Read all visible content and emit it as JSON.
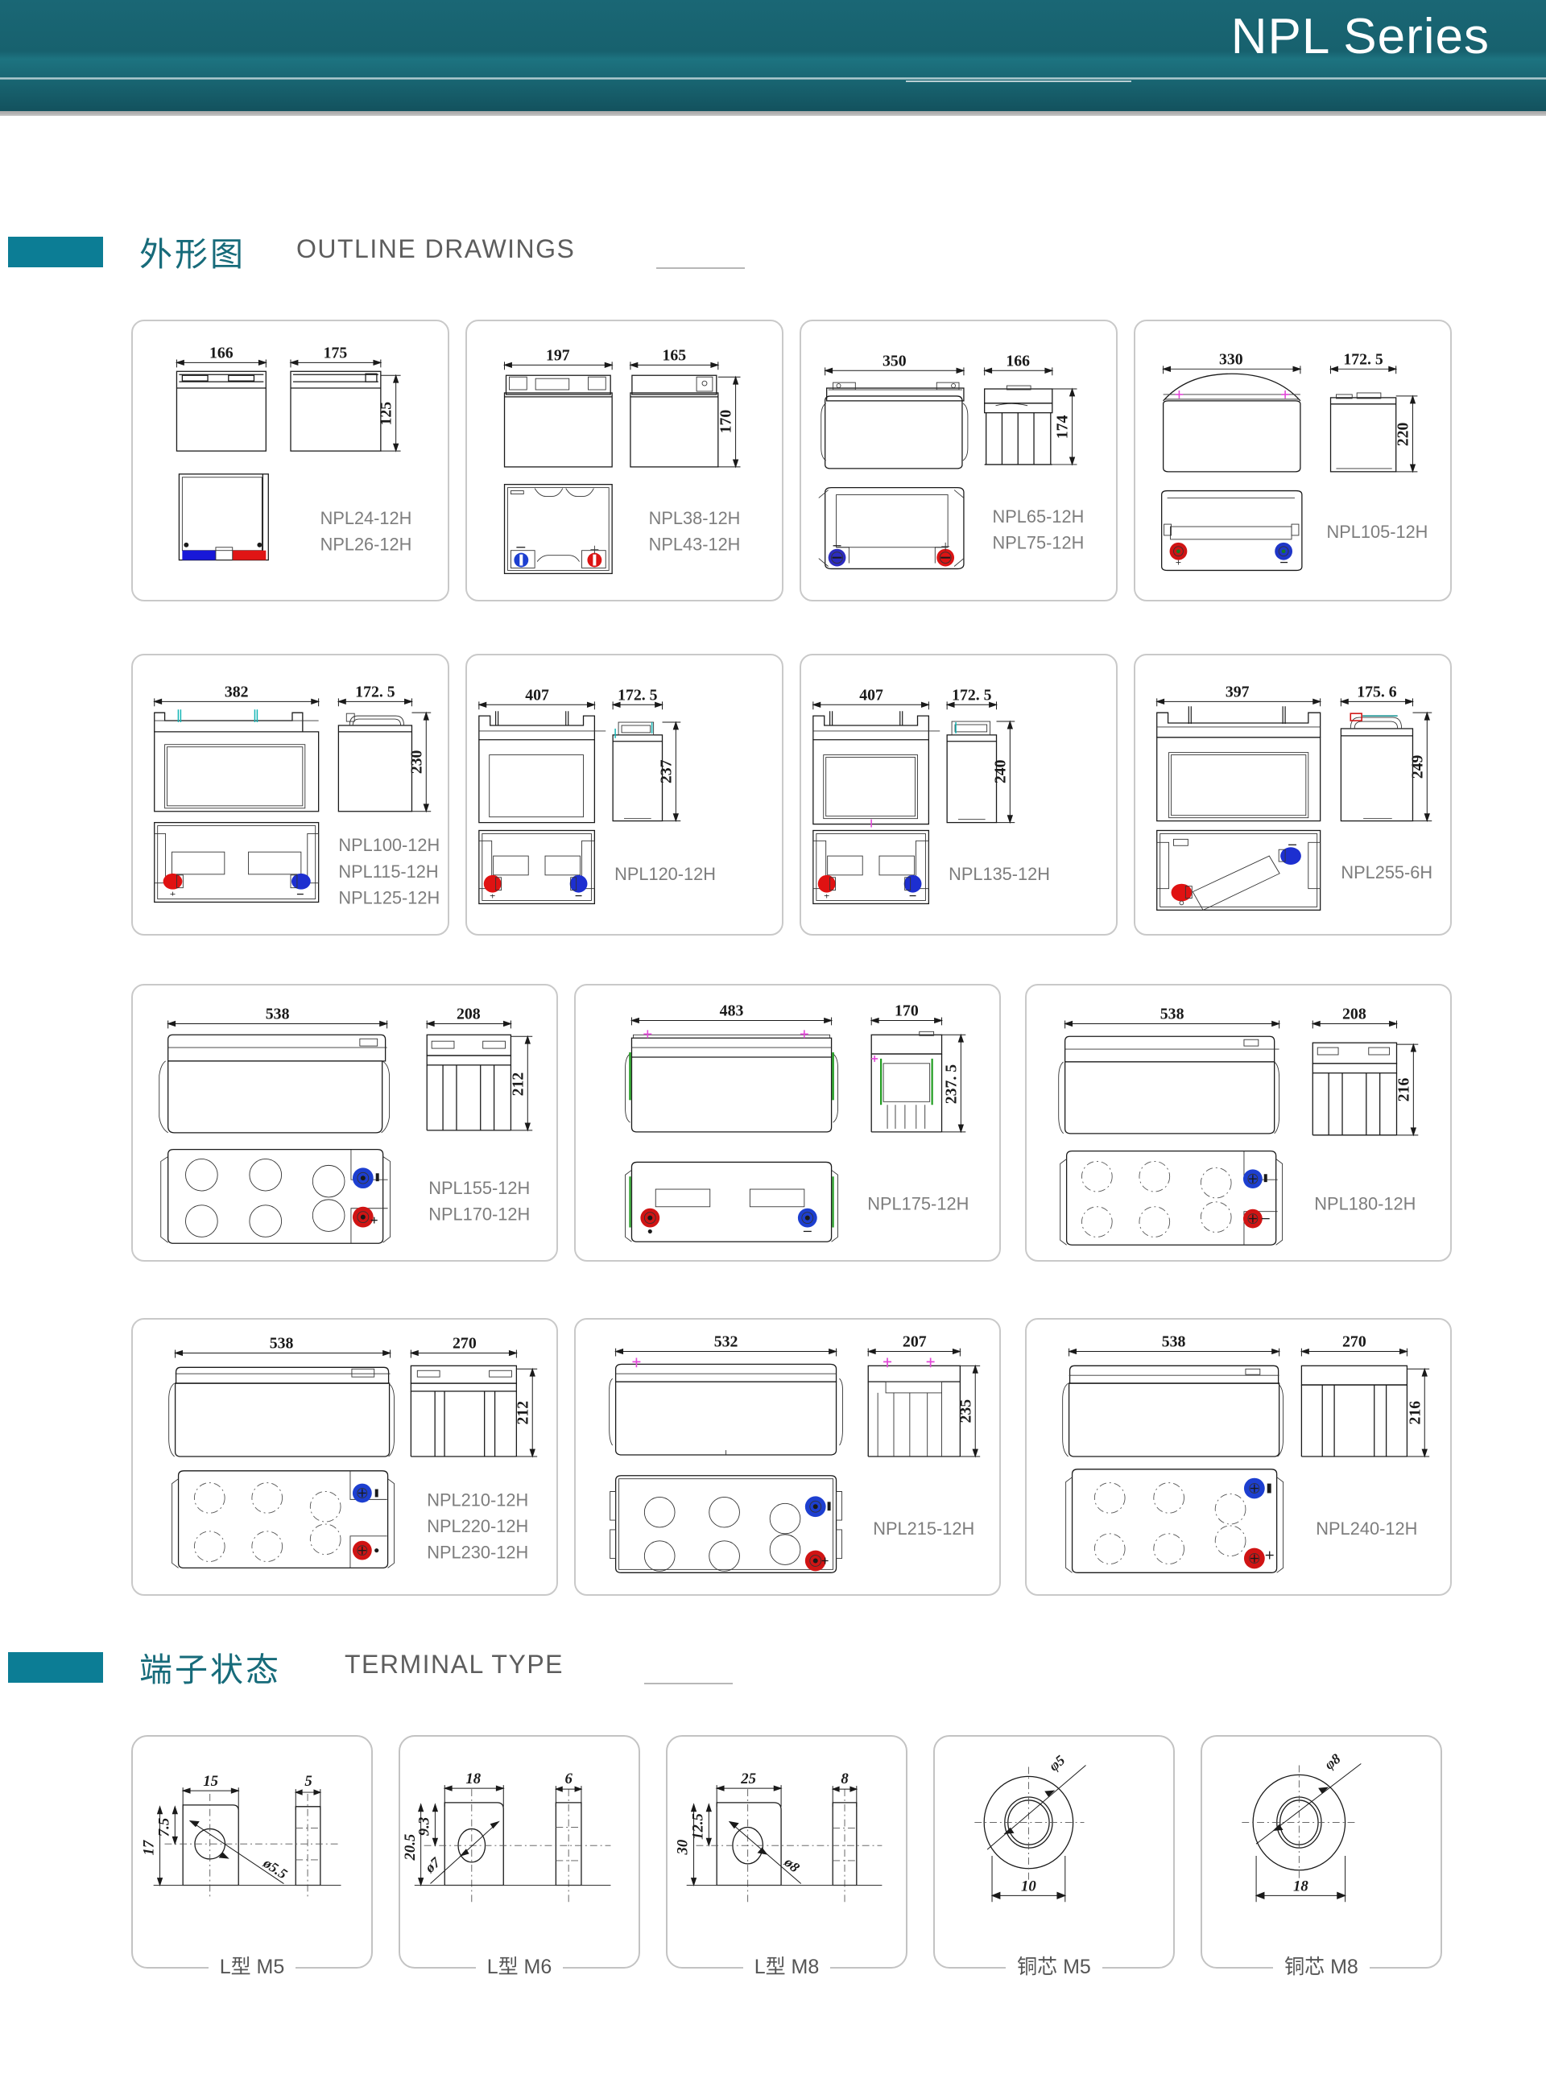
{
  "header": {
    "title": "NPL Series"
  },
  "sections": [
    {
      "cn": "外形图",
      "en": "OUTLINE DRAWINGS"
    },
    {
      "cn": "端子状态",
      "en": "TERMINAL TYPE"
    }
  ],
  "outline_drawings": [
    {
      "id": "npl24",
      "front_width": "166",
      "side_width": "175",
      "height": "125",
      "models": [
        "NPL24-12H",
        "NPL26-12H"
      ]
    },
    {
      "id": "npl38",
      "front_width": "197",
      "side_width": "165",
      "height": "170",
      "models": [
        "NPL38-12H",
        "NPL43-12H"
      ]
    },
    {
      "id": "npl65",
      "front_width": "350",
      "side_width": "166",
      "height": "174",
      "models": [
        "NPL65-12H",
        "NPL75-12H"
      ]
    },
    {
      "id": "npl105",
      "front_width": "330",
      "side_width": "172. 5",
      "height": "220",
      "models": [
        "NPL105-12H"
      ]
    },
    {
      "id": "npl100",
      "front_width": "382",
      "side_width": "172. 5",
      "height": "230",
      "models": [
        "NPL100-12H",
        "NPL115-12H",
        "NPL125-12H"
      ]
    },
    {
      "id": "npl120",
      "front_width": "407",
      "side_width": "172. 5",
      "height": "237",
      "models": [
        "NPL120-12H"
      ]
    },
    {
      "id": "npl135",
      "front_width": "407",
      "side_width": "172. 5",
      "height": "240",
      "models": [
        "NPL135-12H"
      ]
    },
    {
      "id": "npl255",
      "front_width": "397",
      "side_width": "175. 6",
      "height": "249",
      "models": [
        "NPL255-6H"
      ]
    },
    {
      "id": "npl155",
      "front_width": "538",
      "side_width": "208",
      "height": "212",
      "models": [
        "NPL155-12H",
        "NPL170-12H"
      ]
    },
    {
      "id": "npl175",
      "front_width": "483",
      "side_width": "170",
      "height": "237. 5",
      "models": [
        "NPL175-12H"
      ]
    },
    {
      "id": "npl180",
      "front_width": "538",
      "side_width": "208",
      "height": "216",
      "models": [
        "NPL180-12H"
      ]
    },
    {
      "id": "npl210",
      "front_width": "538",
      "side_width": "270",
      "height": "212",
      "models": [
        "NPL210-12H",
        "NPL220-12H",
        "NPL230-12H"
      ]
    },
    {
      "id": "npl215",
      "front_width": "532",
      "side_width": "207",
      "height": "235",
      "models": [
        "NPL215-12H"
      ]
    },
    {
      "id": "npl240",
      "front_width": "538",
      "side_width": "270",
      "height": "216",
      "models": [
        "NPL240-12H"
      ]
    }
  ],
  "terminal_types": [
    {
      "id": "l-m5",
      "label": "L型 M5",
      "width": "15",
      "thickness": "5",
      "height": "17",
      "hole_center": "7.5",
      "hole_dia": "ø5.5"
    },
    {
      "id": "l-m6",
      "label": "L型 M6",
      "width": "18",
      "thickness": "6",
      "height": "20.5",
      "hole_center": "9.3",
      "hole_dia": "ø7"
    },
    {
      "id": "l-m8",
      "label": "L型 M8",
      "width": "25",
      "thickness": "8",
      "height": "30",
      "hole_center": "12.5",
      "hole_dia": "ø8"
    },
    {
      "id": "copper-m5",
      "label": "铜芯 M5",
      "outer_width": "10",
      "hole_dia": "φ5"
    },
    {
      "id": "copper-m8",
      "label": "铜芯 M8",
      "outer_width": "18",
      "hole_dia": "φ8"
    }
  ],
  "colors": {
    "header_teal": "#17616e",
    "accent_teal": "#0c7d95",
    "cn_heading": "#176b7a",
    "en_heading": "#5d5d5d",
    "part_label": "#7d7d7d",
    "terminal_positive": "#e02020",
    "terminal_negative": "#1b40c8"
  }
}
